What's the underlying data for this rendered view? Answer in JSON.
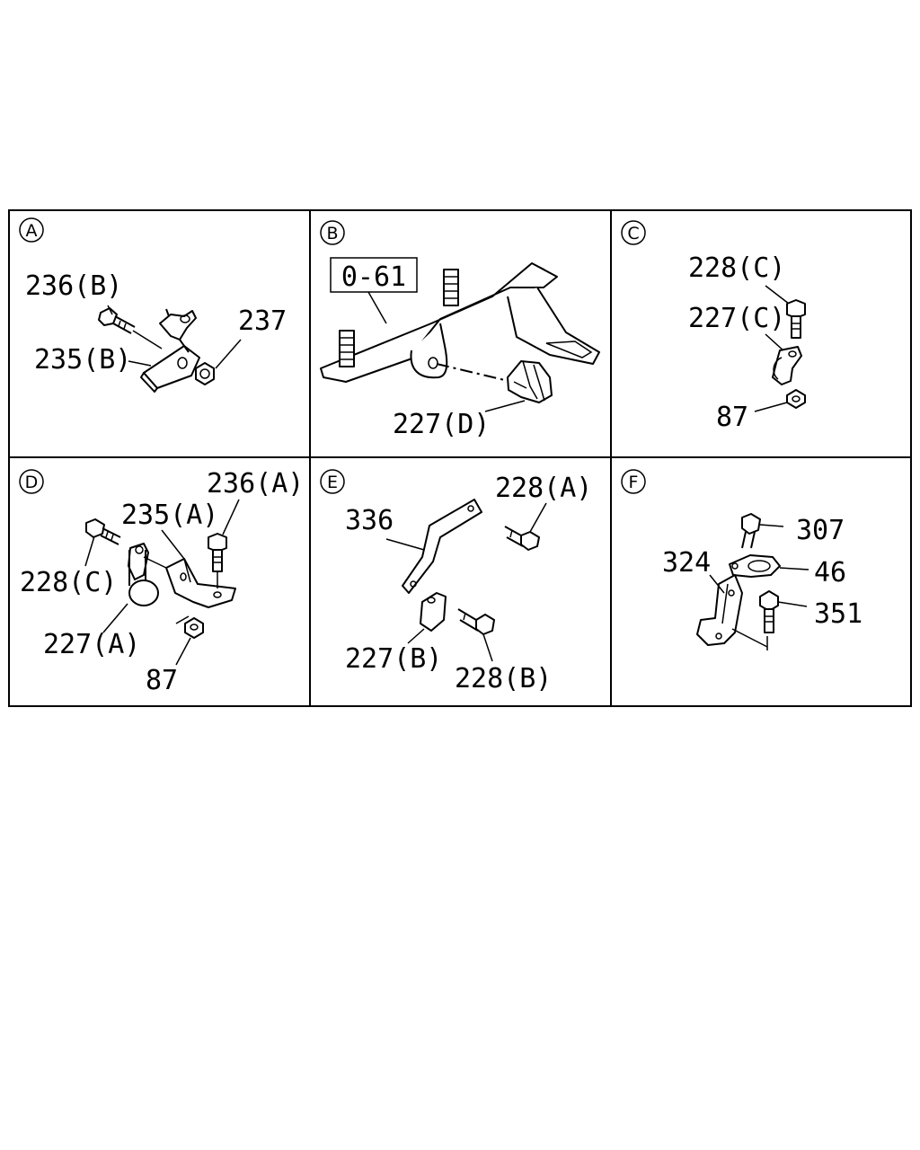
{
  "panels": [
    {
      "letter": "A",
      "labels": [
        "236(B)",
        "235(B)",
        "237"
      ]
    },
    {
      "letter": "B",
      "reference": "0-61",
      "labels": [
        "227(D)"
      ]
    },
    {
      "letter": "C",
      "labels": [
        "228(C)",
        "227(C)",
        "87"
      ]
    },
    {
      "letter": "D",
      "labels": [
        "236(A)",
        "235(A)",
        "228(C)",
        "227(A)",
        "87"
      ]
    },
    {
      "letter": "E",
      "labels": [
        "228(A)",
        "336",
        "227(B)",
        "228(B)"
      ]
    },
    {
      "letter": "F",
      "labels": [
        "307",
        "324",
        "46",
        "351"
      ]
    }
  ]
}
